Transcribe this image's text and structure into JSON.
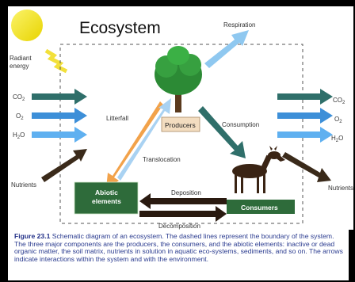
{
  "title": "Ecosystem",
  "labels": {
    "radiant_energy_line1": "Radiant",
    "radiant_energy_line2": "energy",
    "respiration": "Respiration",
    "litterfall": "Litterfall",
    "producers": "Producers",
    "consumption": "Consumption",
    "translocation": "Translocation",
    "abiotic_line1": "Abiotic",
    "abiotic_line2": "elements",
    "deposition": "Deposition",
    "consumers": "Consumers",
    "decomposition": "Decomposition",
    "nutrients_left": "Nutrients",
    "nutrients_right": "Nutrients",
    "co2_left": "CO",
    "o2_left": "O",
    "h2o_left": "H",
    "h2o_left_o": "O",
    "co2_right": "CO",
    "o2_right": "O",
    "h2o_right": "H",
    "h2o_right_o": "O",
    "sub2": "2"
  },
  "caption": {
    "figure": "Figure 23.1",
    "text": " Schematic diagram of an ecosystem. The dashed lines represent the boundary of the system. The three major components are the producers, the consumers, and the abiotic elements: inactive or dead organic matter, the soil matrix, nutrients in solution in aquatic eco-systems, sediments, and so on. The arrows indicate interactions within the system and with the environment."
  },
  "colors": {
    "teal_arrow": "#2f6f6a",
    "blue_arrow": "#3d8fd8",
    "light_blue_arrow": "#5fb0f0",
    "brown_arrow": "#3a2a1a",
    "orange_arrow": "#f2a24a",
    "box_green": "#2e6b3a",
    "producers_box": "#f3ddc0",
    "sun": "#f5e625",
    "lightning": "#f2e03a"
  }
}
